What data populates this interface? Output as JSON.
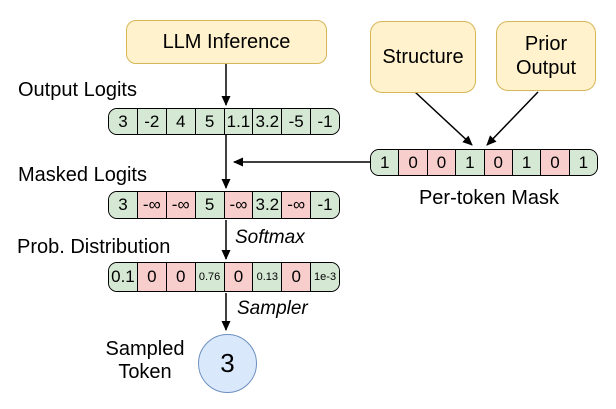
{
  "diagram": {
    "nodes": {
      "llm_inference": {
        "label": "LLM Inference"
      },
      "structure": {
        "label": "Structure"
      },
      "prior_output": {
        "label": "Prior Output"
      }
    },
    "rows": {
      "output_logits": {
        "label": "Output Logits",
        "cells": [
          {
            "v": "3",
            "tone": "green"
          },
          {
            "v": "-2",
            "tone": "green"
          },
          {
            "v": "4",
            "tone": "green"
          },
          {
            "v": "5",
            "tone": "green"
          },
          {
            "v": "1.1",
            "tone": "green"
          },
          {
            "v": "3.2",
            "tone": "green"
          },
          {
            "v": "-5",
            "tone": "green"
          },
          {
            "v": "-1",
            "tone": "green"
          }
        ]
      },
      "mask": {
        "label": "Per-token Mask",
        "cells": [
          {
            "v": "1",
            "tone": "green"
          },
          {
            "v": "0",
            "tone": "red"
          },
          {
            "v": "0",
            "tone": "red"
          },
          {
            "v": "1",
            "tone": "green"
          },
          {
            "v": "0",
            "tone": "red"
          },
          {
            "v": "1",
            "tone": "green"
          },
          {
            "v": "0",
            "tone": "red"
          },
          {
            "v": "1",
            "tone": "green"
          }
        ]
      },
      "masked_logits": {
        "label": "Masked Logits",
        "cells": [
          {
            "v": "3",
            "tone": "green"
          },
          {
            "v": "-∞",
            "tone": "red"
          },
          {
            "v": "-∞",
            "tone": "red"
          },
          {
            "v": "5",
            "tone": "green"
          },
          {
            "v": "-∞",
            "tone": "red"
          },
          {
            "v": "3.2",
            "tone": "green"
          },
          {
            "v": "-∞",
            "tone": "red"
          },
          {
            "v": "-1",
            "tone": "green"
          }
        ]
      },
      "prob_distribution": {
        "label": "Prob. Distribution",
        "cells": [
          {
            "v": "0.1",
            "tone": "green"
          },
          {
            "v": "0",
            "tone": "red"
          },
          {
            "v": "0",
            "tone": "red"
          },
          {
            "v": "0.76",
            "tone": "green",
            "size": "sm"
          },
          {
            "v": "0",
            "tone": "red"
          },
          {
            "v": "0.13",
            "tone": "green",
            "size": "sm"
          },
          {
            "v": "0",
            "tone": "red"
          },
          {
            "v": "1e-3",
            "tone": "green",
            "size": "sm"
          }
        ]
      }
    },
    "ops": {
      "softmax": "Softmax",
      "sampler": "Sampler"
    },
    "sampled_token": {
      "label": "Sampled Token",
      "value": "3"
    }
  },
  "colors": {
    "cell_green": "#d5e8d4",
    "cell_red": "#f8cecc",
    "node_yellow_fill": "#fff2cc",
    "node_yellow_border": "#d6b656",
    "token_blue_fill": "#dae8fc",
    "token_blue_border": "#6c8ebf",
    "line_black": "#000000"
  }
}
